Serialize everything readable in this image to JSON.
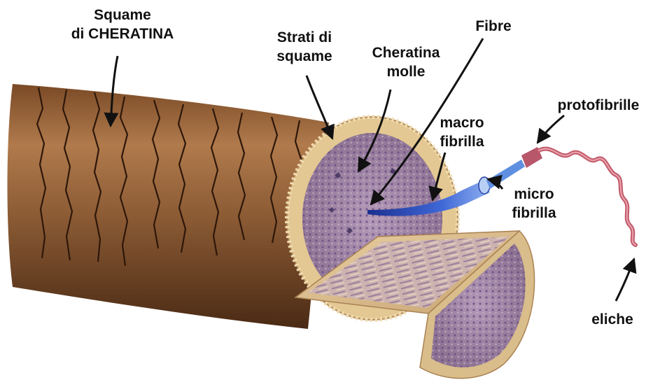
{
  "labels": {
    "squame": [
      "Squame",
      "di CHERATINA"
    ],
    "strati": [
      "Strati di",
      "squame"
    ],
    "cheratina": [
      "Cheratina",
      "molle"
    ],
    "fibre": "Fibre",
    "macro": [
      "macro",
      "fibrilla"
    ],
    "micro": [
      "micro",
      "fibrilla"
    ],
    "protofibrille": "protofibrille",
    "eliche": "eliche"
  },
  "colors": {
    "cuticle": "#8a5a34",
    "cuticle_dark": "#3a200f",
    "cortex_ring": "#e8cf9e",
    "cortex_inner": "#9a7ea0",
    "macrofibril": "#2f4fbf",
    "protofibril": "#c25a6a"
  }
}
